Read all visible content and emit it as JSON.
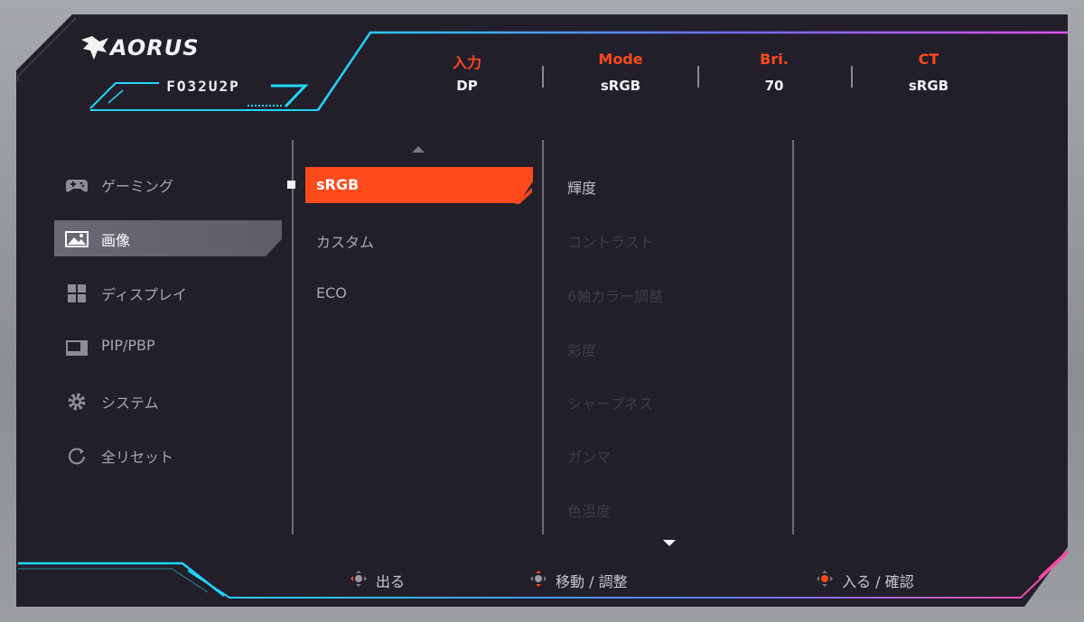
{
  "brand": {
    "logo_text": "AORUS",
    "model": "FO32U2P",
    "accent_color": "#ff4a1c",
    "neon_colors": [
      "#20d6ff",
      "#b24bff",
      "#ff4aa8"
    ]
  },
  "status_bar": [
    {
      "label": "入力",
      "value": "DP"
    },
    {
      "label": "Mode",
      "value": "sRGB"
    },
    {
      "label": "Bri.",
      "value": "70"
    },
    {
      "label": "CT",
      "value": "sRGB"
    }
  ],
  "menu": [
    {
      "label": "ゲーミング",
      "icon": "gamepad-icon",
      "active": false
    },
    {
      "label": "画像",
      "icon": "picture-icon",
      "active": true
    },
    {
      "label": "ディスプレイ",
      "icon": "grid-icon",
      "active": false
    },
    {
      "label": "PIP/PBP",
      "icon": "pip-icon",
      "active": false
    },
    {
      "label": "システム",
      "icon": "gear-icon",
      "active": false
    },
    {
      "label": "全リセット",
      "icon": "reset-icon",
      "active": false
    }
  ],
  "picture_modes": [
    {
      "label": "sRGB",
      "selected": true
    },
    {
      "label": "カスタム",
      "selected": false
    },
    {
      "label": "ECO",
      "selected": false
    }
  ],
  "settings": [
    {
      "label": "輝度",
      "enabled": true
    },
    {
      "label": "コントラスト",
      "enabled": false
    },
    {
      "label": "6軸カラー調整",
      "enabled": false
    },
    {
      "label": "彩度",
      "enabled": false
    },
    {
      "label": "シャープネス",
      "enabled": false
    },
    {
      "label": "ガンマ",
      "enabled": false
    },
    {
      "label": "色温度",
      "enabled": false
    }
  ],
  "footer": {
    "exit_label": "出る",
    "move_label": "移動 / 調整",
    "enter_label": "入る / 確認"
  }
}
